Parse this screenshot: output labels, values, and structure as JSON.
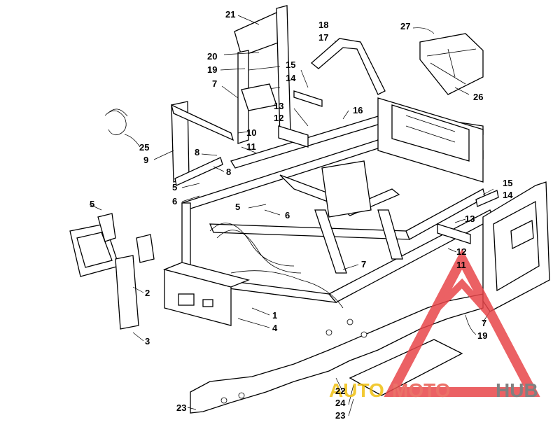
{
  "labels": {
    "l21": "21",
    "l18": "18",
    "l17": "17",
    "l27": "27",
    "l20": "20",
    "l19a": "19",
    "l15a": "15",
    "l14a": "14",
    "l7a": "7",
    "l26": "26",
    "l13a": "13",
    "l12a": "12",
    "l16": "16",
    "l10": "10",
    "l11a": "11",
    "l25": "25",
    "l9": "9",
    "l8a": "8",
    "l8b": "8",
    "l5a": "5",
    "l6a": "6",
    "l15b": "15",
    "l14b": "14",
    "l5b": "5",
    "l5c": "5",
    "l6b": "6",
    "l13b": "13",
    "l12b": "12",
    "l11b": "11",
    "l7b": "7",
    "l2": "2",
    "l1": "1",
    "l4": "4",
    "l3": "3",
    "l7c": "7",
    "l19b": "19",
    "l22": "22",
    "l24": "24",
    "l23a": "23",
    "l23b": "23"
  },
  "watermark": {
    "part1": "AUTO",
    "part2": "MOTO",
    "part3": "HUB",
    "colors": {
      "auto": "#f0c010",
      "moto": "#e85a4f",
      "hub": "#6b6b6b",
      "triangle": "#e8464a"
    }
  }
}
